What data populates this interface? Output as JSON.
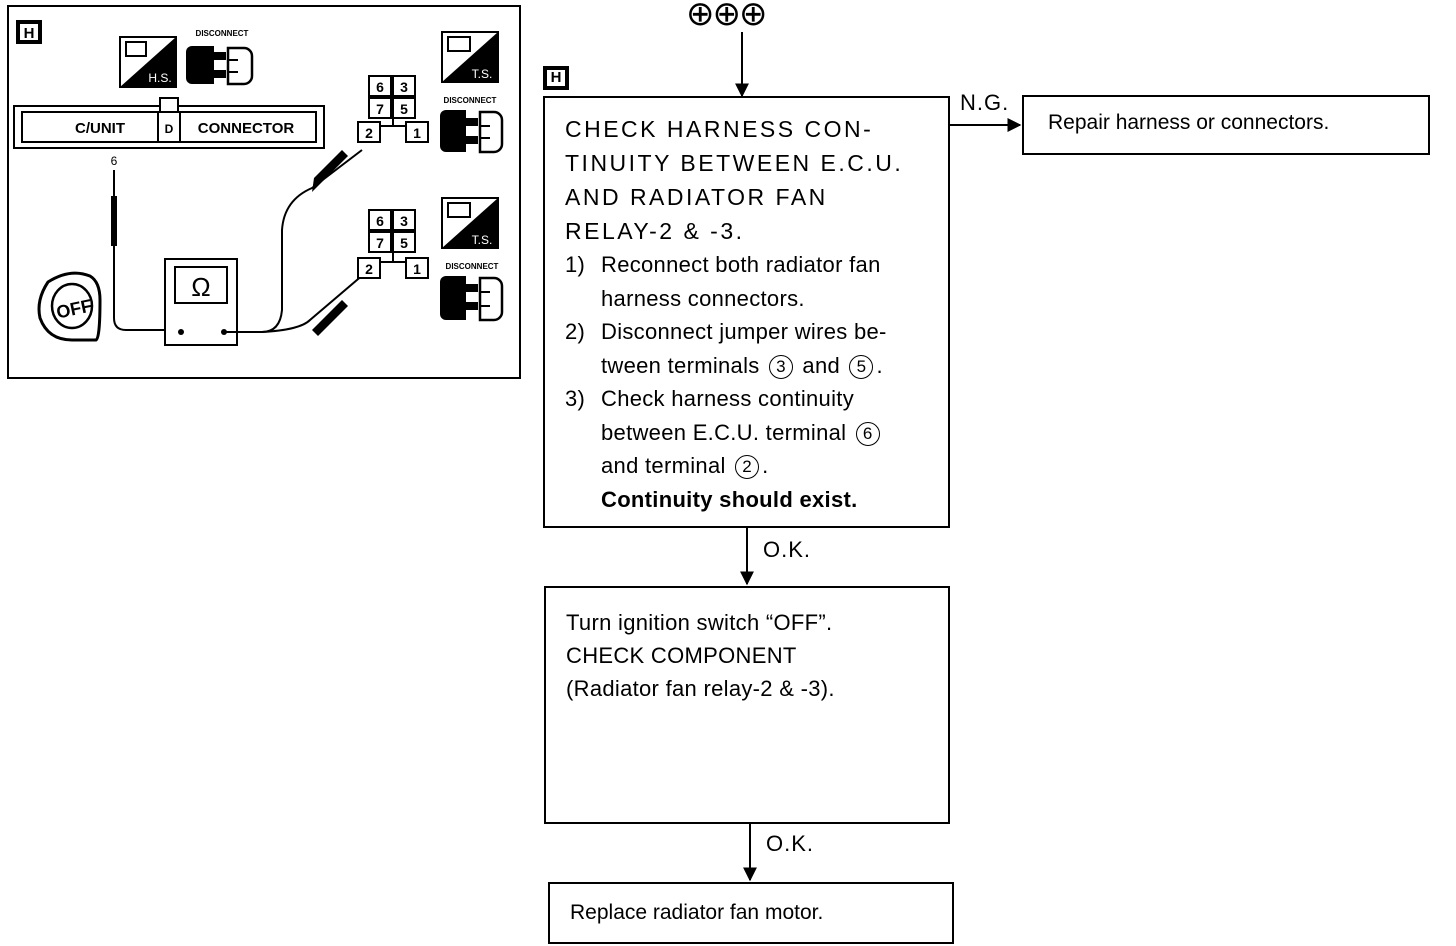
{
  "diagram": {
    "badge": "H",
    "hs_icon": "H.S.",
    "ts_icon_top": "T.S.",
    "ts_icon_bottom": "T.S.",
    "disconnect_label_1": "DISCONNECT",
    "disconnect_label_2": "DISCONNECT",
    "disconnect_label_3": "DISCONNECT",
    "cunit_label": "C/UNIT",
    "connector_letter": "D",
    "connector_label": "CONNECTOR",
    "terminal_6": "6",
    "ohm_symbol": "Ω",
    "ignition_off": "OFF",
    "relay_top_terminals": [
      "6",
      "3",
      "7",
      "5",
      "2",
      "1"
    ],
    "relay_bottom_terminals": [
      "6",
      "3",
      "7",
      "5",
      "2",
      "1"
    ]
  },
  "flow": {
    "start_symbols": [
      "⊕",
      "⊕",
      "⊕"
    ],
    "step_badge": "H",
    "check_box": {
      "title_lines": [
        "CHECK HARNESS CON-",
        "TINUITY BETWEEN E.C.U.",
        "AND RADIATOR FAN",
        "RELAY-2 & -3."
      ],
      "s1_num": "1)",
      "s1_lines": [
        "Reconnect both radiator fan",
        "harness connectors."
      ],
      "s2_num": "2)",
      "s2_line1": "Disconnect jumper wires be-",
      "s2_line2a": "tween terminals",
      "s2_t1": "3",
      "s2_and": "and",
      "s2_t2": "5",
      "s2_end": ".",
      "s3_num": "3)",
      "s3_line1": "Check harness continuity",
      "s3_line2a": "between E.C.U. terminal",
      "s3_t1": "6",
      "s3_line3a": "and terminal",
      "s3_t2": "2",
      "s3_end": ".",
      "conclusion": "Continuity should exist."
    },
    "ng_label": "N.G.",
    "repair_text": "Repair harness or connectors.",
    "ok_label_1": "O.K.",
    "component_box": {
      "lines": [
        "Turn ignition switch “OFF”.",
        "CHECK COMPONENT",
        "(Radiator fan relay-2 & -3)."
      ]
    },
    "ok_label_2": "O.K.",
    "replace_text": "Replace radiator fan motor."
  }
}
